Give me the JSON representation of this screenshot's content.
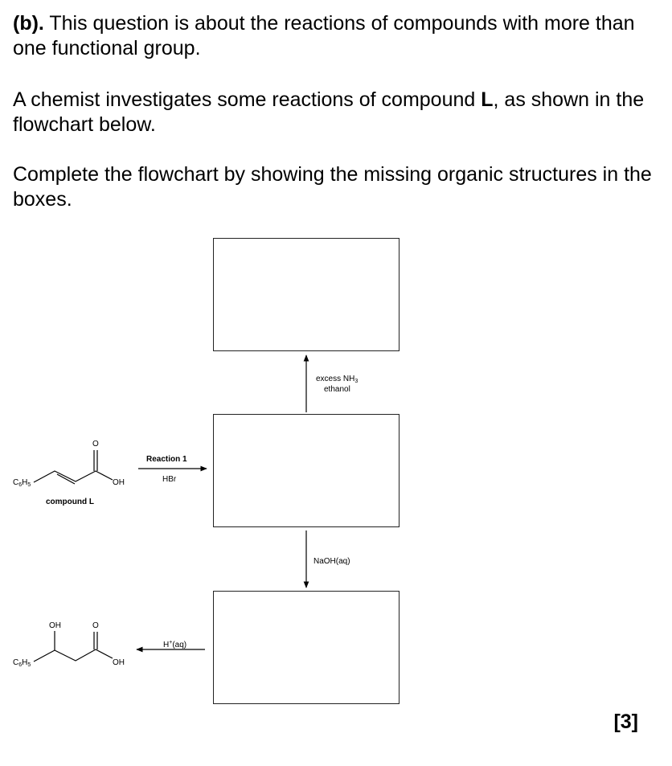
{
  "question": {
    "part_label": "(b).",
    "intro": "This question is about the reactions of compounds with more than one functional group.",
    "para2_pre": "A chemist investigates some reactions of compound ",
    "para2_bold": "L",
    "para2_post": ", as shown in the flowchart below.",
    "para3": "Complete the flowchart by showing the missing organic structures in the boxes.",
    "marks": "[3]"
  },
  "flowchart": {
    "compound_L": {
      "substituent_C": "C",
      "substituent_6": "6",
      "substituent_H": "H",
      "substituent_5": "5",
      "oxygen": "O",
      "hydroxyl": "OH",
      "caption": "compound L"
    },
    "reaction1": {
      "title": "Reaction 1",
      "reagent": "HBr"
    },
    "step_up": {
      "reagent_line1_pre": "excess NH",
      "reagent_line1_sub": "3",
      "reagent_line2": "ethanol"
    },
    "step_down": {
      "reagent": "NaOH(aq)"
    },
    "step_left": {
      "reagent_pre": "H",
      "reagent_sup": "+",
      "reagent_post": "(aq)"
    },
    "product": {
      "substituent_C": "C",
      "substituent_6": "6",
      "substituent_H": "H",
      "substituent_5": "5",
      "hydroxyl_top": "OH",
      "oxygen": "O",
      "hydroxyl": "OH"
    }
  }
}
